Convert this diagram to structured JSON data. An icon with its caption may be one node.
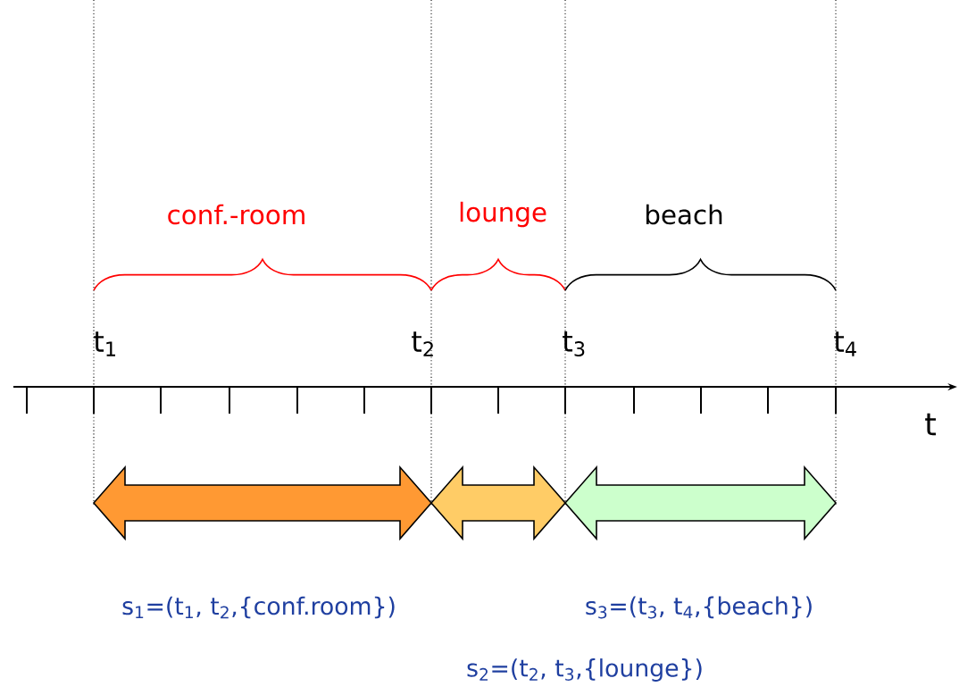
{
  "diagram": {
    "labels": [
      "conf.-room",
      "lounge",
      "beach",
      "t$_{1}$",
      "t$_{2}$",
      "t$_{3}$",
      "t$_{4}$",
      "t",
      "s$_{1}$=(t$_{1}$, t$_{2}$,{conf.room})",
      "s$_{3}$=(t$_{3}$, t$_{4}$,{beach})",
      "s$_{2}$=(t$_{2}$, t$_{3}$,{lounge})"
    ]
  }
}
